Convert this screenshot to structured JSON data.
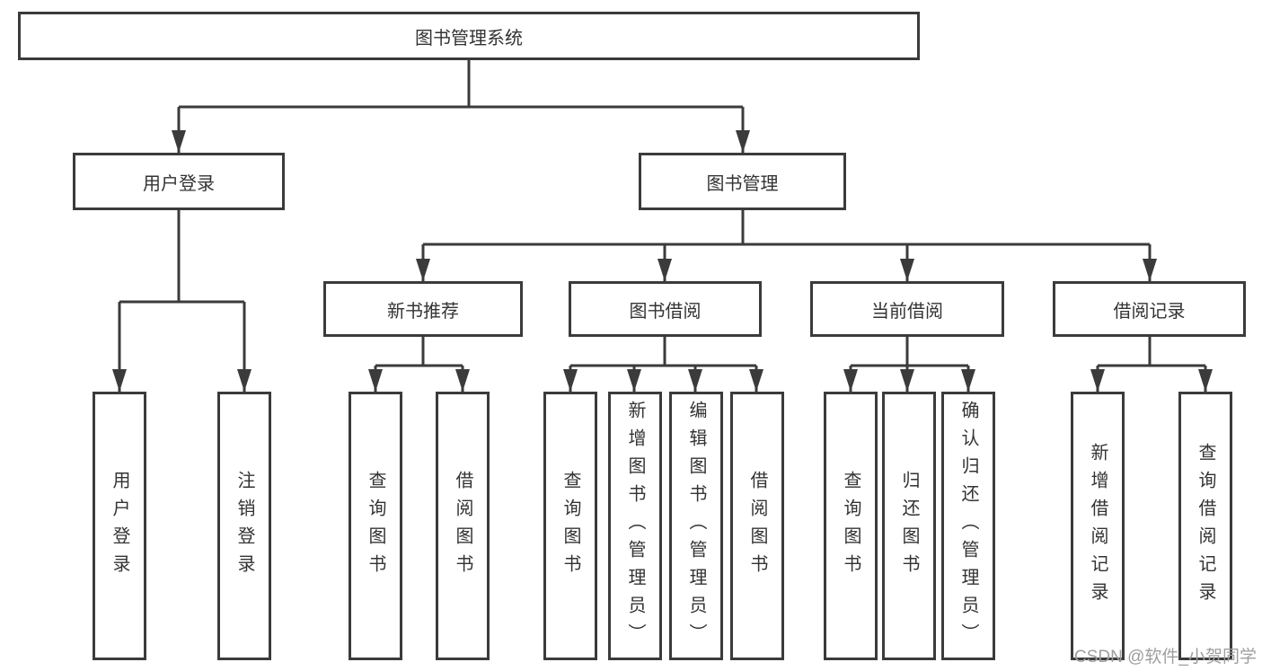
{
  "colors": {
    "border": "#3b3b3b",
    "line": "#3b3b3b",
    "text": "#333333",
    "watermark": "#9e9e9e",
    "background": "#ffffff"
  },
  "tree": {
    "root": "图书管理系统",
    "user": {
      "label": "用户登录",
      "children": [
        "用户登录",
        "注销登录"
      ]
    },
    "book": {
      "label": "图书管理",
      "sections": [
        {
          "label": "新书推荐",
          "children": [
            "查询图书",
            "借阅图书"
          ]
        },
        {
          "label": "图书借阅",
          "children": [
            "查询图书",
            "新增图书（管理员）",
            "编辑图书（管理员）",
            "借阅图书"
          ]
        },
        {
          "label": "当前借阅",
          "children": [
            "查询图书",
            "归还图书",
            "确认归还（管理员）"
          ]
        },
        {
          "label": "借阅记录",
          "children": [
            "新增借阅记录",
            "查询借阅记录"
          ]
        }
      ]
    }
  },
  "watermark": "CSDN @软件_小贺同学"
}
